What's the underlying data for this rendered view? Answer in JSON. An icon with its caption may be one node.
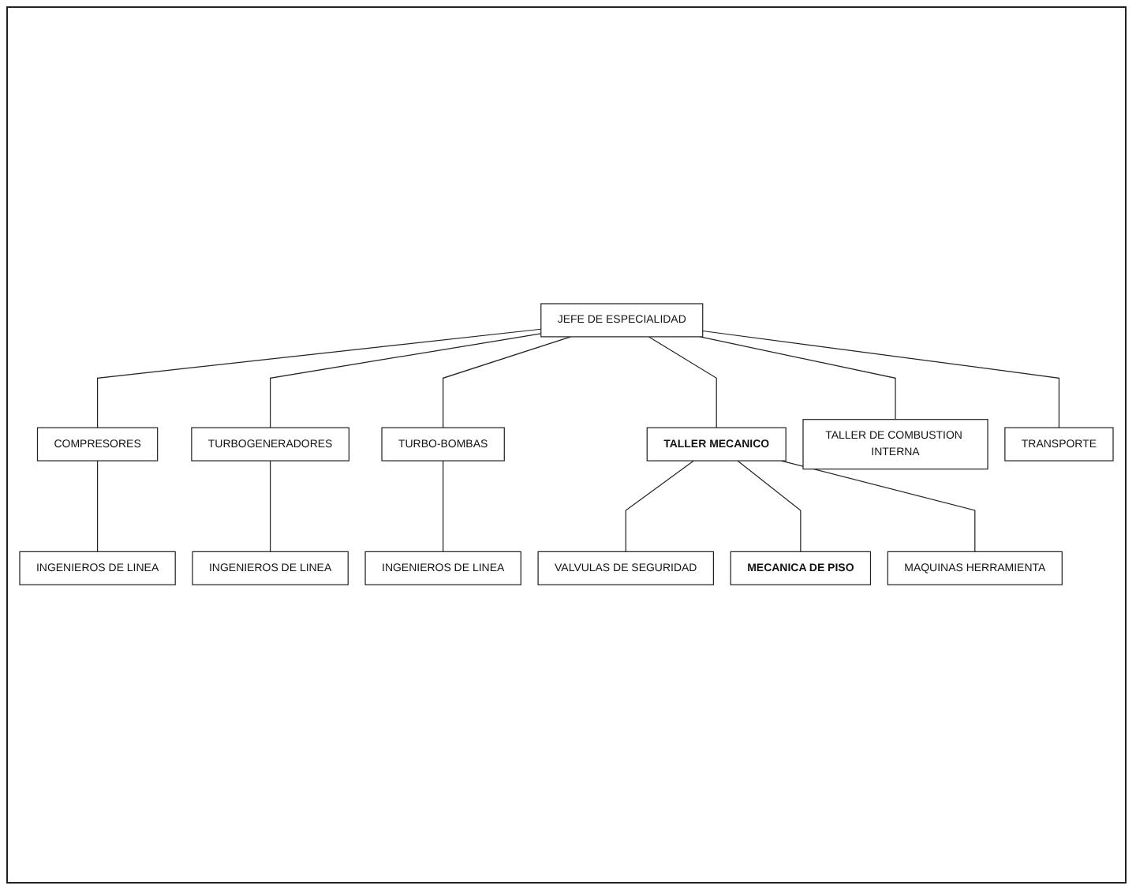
{
  "diagram": {
    "nodes": [
      {
        "text": [
          "JEFE DE ESPECIALIDAD"
        ]
      },
      {
        "text": [
          "COMPRESORES"
        ]
      },
      {
        "text": [
          "TURBOGENERADORES"
        ]
      },
      {
        "text": [
          "TURBO-BOMBAS"
        ]
      },
      {
        "text": [
          "INGENIEROS DE LINEA"
        ]
      },
      {
        "text": [
          "INGENIEROS DE LINEA"
        ]
      },
      {
        "text": [
          "INGENIEROS DE LINEA"
        ]
      },
      {
        "text": [
          "TALLER MECANICO"
        ]
      },
      {
        "text": [
          "TALLER DE COMBUSTION INTERNA"
        ]
      },
      {
        "text": [
          "TRANSPORTE"
        ]
      },
      {
        "text": [
          "VALVULAS DE SEGURIDAD"
        ]
      },
      {
        "text": [
          "MECANICA DE PISO"
        ]
      },
      {
        "text": [
          "MAQUINAS HERRAMIENTA"
        ]
      }
    ],
    "edges": [
      {
        "from": 0,
        "to": 1,
        "arrow": "none"
      },
      {
        "from": 0,
        "to": 2,
        "arrow": "none"
      },
      {
        "from": 0,
        "to": 3,
        "arrow": "none"
      },
      {
        "from": 0,
        "to": 7,
        "arrow": "none"
      },
      {
        "from": 0,
        "to": 8,
        "arrow": "none"
      },
      {
        "from": 0,
        "to": 9,
        "arrow": "none"
      },
      {
        "from": 1,
        "to": 4,
        "arrow": "none"
      },
      {
        "from": 2,
        "to": 5,
        "arrow": "none"
      },
      {
        "from": 3,
        "to": 6,
        "arrow": "none"
      },
      {
        "from": 7,
        "to": 10,
        "arrow": "none"
      },
      {
        "from": 7,
        "to": 11,
        "arrow": "none"
      },
      {
        "from": 7,
        "to": 12,
        "arrow": "none"
      }
    ]
  }
}
